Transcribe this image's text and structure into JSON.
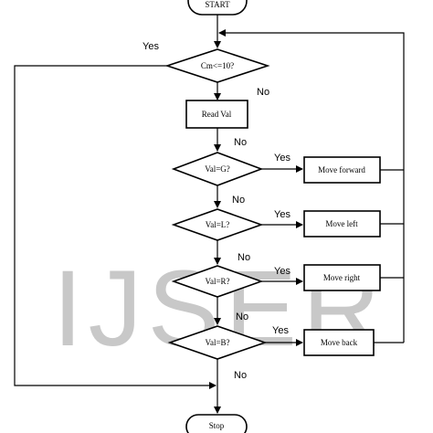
{
  "watermark": "IJSER",
  "nodes": {
    "start": "START",
    "cond_cm": "Cm<=10?",
    "read_val": "Read Val",
    "cond_g": "Val=G?",
    "move_forward": "Move forward",
    "cond_l": "Val=L?",
    "move_left": "Move left",
    "cond_r": "Val=R?",
    "move_right": "Move right",
    "cond_b": "Val=B?",
    "move_back": "Move back",
    "stop": "Stop"
  },
  "edge_labels": {
    "cm_yes": "Yes",
    "cm_no": "No",
    "read_no": "No",
    "g_yes": "Yes",
    "g_no": "No",
    "l_yes": "Yes",
    "l_no": "No",
    "r_yes": "Yes",
    "r_no": "No",
    "b_yes": "Yes",
    "b_no": "No"
  }
}
